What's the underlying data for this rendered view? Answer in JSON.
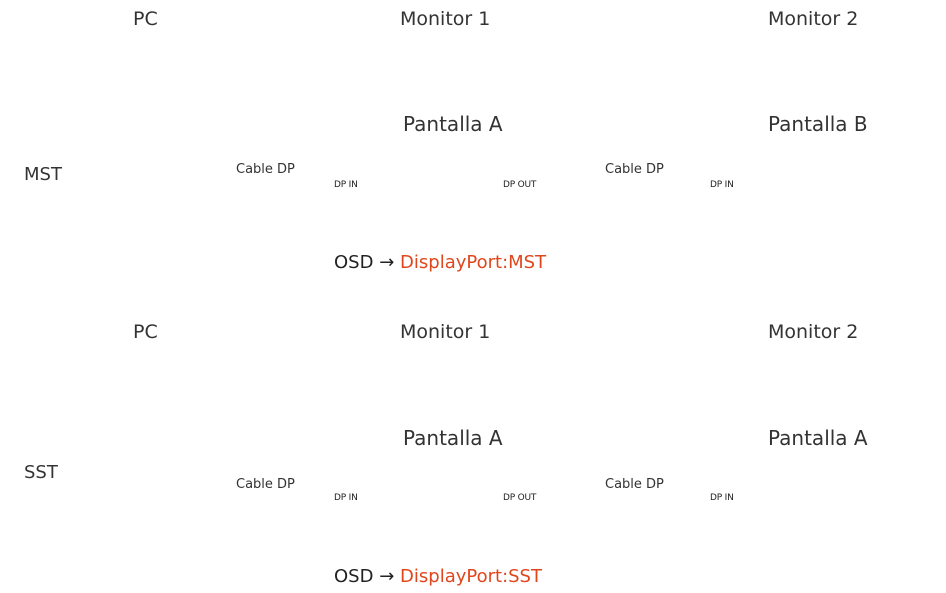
{
  "headers": {
    "pc": "PC",
    "monitor1": "Monitor 1",
    "monitor2": "Monitor 2"
  },
  "rows": [
    {
      "mode": "MST",
      "cable_label": "Cable DP",
      "port_in": "DP IN",
      "port_out": "DP OUT",
      "screen1": "Pantalla A",
      "screen2": "Pantalla B",
      "osd_prefix": "OSD",
      "osd_arrow": "→",
      "osd_value": "DisplayPort:MST"
    },
    {
      "mode": "SST",
      "cable_label": "Cable DP",
      "port_in": "DP IN",
      "port_out": "DP OUT",
      "screen1": "Pantalla A",
      "screen2": "Pantalla A",
      "osd_prefix": "OSD",
      "osd_arrow": "→",
      "osd_value": "DisplayPort:SST"
    }
  ],
  "colors": {
    "panel_border": "#a8b0cf",
    "port_border": "#b9b59a",
    "accent": "#e0461c",
    "line": "#222222"
  }
}
